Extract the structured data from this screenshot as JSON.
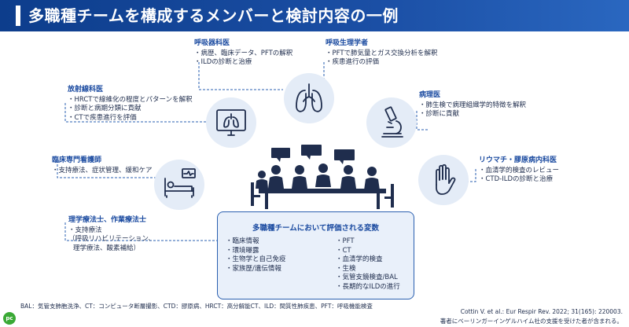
{
  "title": "多職種チームを構成するメンバーと検討内容の一例",
  "sections": {
    "respiratory": {
      "heading": "呼吸器科医",
      "items": [
        "・病歴、臨床データ、PFTの解釈",
        "・ILDの診断と治療"
      ]
    },
    "physiologist": {
      "heading": "呼吸生理学者",
      "items": [
        "・PFTで肺気量とガス交換分析を解釈",
        "・疾患進行の評価"
      ]
    },
    "radiologist": {
      "heading": "放射線科医",
      "items": [
        "・HRCTで線維化の程度とパターンを解釈",
        "・診断と病期分類に貢献",
        "・CTで疾患進行を評価"
      ]
    },
    "pathologist": {
      "heading": "病理医",
      "items": [
        "・肺生検で病理組織学的特徴を解釈",
        "・診断に貢献"
      ]
    },
    "nurse": {
      "heading": "臨床専門看護師",
      "items": [
        "・支持療法、症状管理、緩和ケア"
      ]
    },
    "rheumatologist": {
      "heading": "リウマチ・膠原病内科医",
      "items": [
        "・血清学的検査のレビュー",
        "・CTD-ILDの診断と治療"
      ]
    },
    "therapist": {
      "heading": "理学療法士、作業療法士",
      "items": [
        "・支持療法",
        "（呼吸リハビリテーション、",
        "理学療法、酸素補給）"
      ]
    }
  },
  "variables_box": {
    "title": "多職種チームにおいて評価される変数",
    "left": [
      "・臨床情報",
      "・環境曝露",
      "・生物学と自己免疫",
      "・家族歴/遺伝情報"
    ],
    "right": [
      "・PFT",
      "・CT",
      "・血清学的検査",
      "・生検",
      "・気管支鏡検査/BAL",
      "・長期的なILDの進行"
    ]
  },
  "footer": {
    "abbreviations": "BAL：気管支肺胞洗浄、CT：コンピュータ断層撮影、CTD：膠原病、HRCT：高分解能CT、ILD：間質性肺疾患、PFT：呼吸機能検査",
    "citation": "Cottin V. et al.: Eur Respir Rev. 2022; 31(165): 220003.",
    "disclosure": "著者にベーリンガーインゲルハイム社の支援を受けた者が含まれる。"
  },
  "logo_text": "pc",
  "icons": [
    "lungs-icon",
    "ct-monitor-icon",
    "microscope-icon",
    "hospital-bed-icon",
    "hand-icon",
    "team-meeting-icon"
  ],
  "colors": {
    "header": "#1b4fa5",
    "accent_text": "#1a4aa0",
    "circle": "#e4ecf7",
    "icon": "#1f2d4d"
  }
}
